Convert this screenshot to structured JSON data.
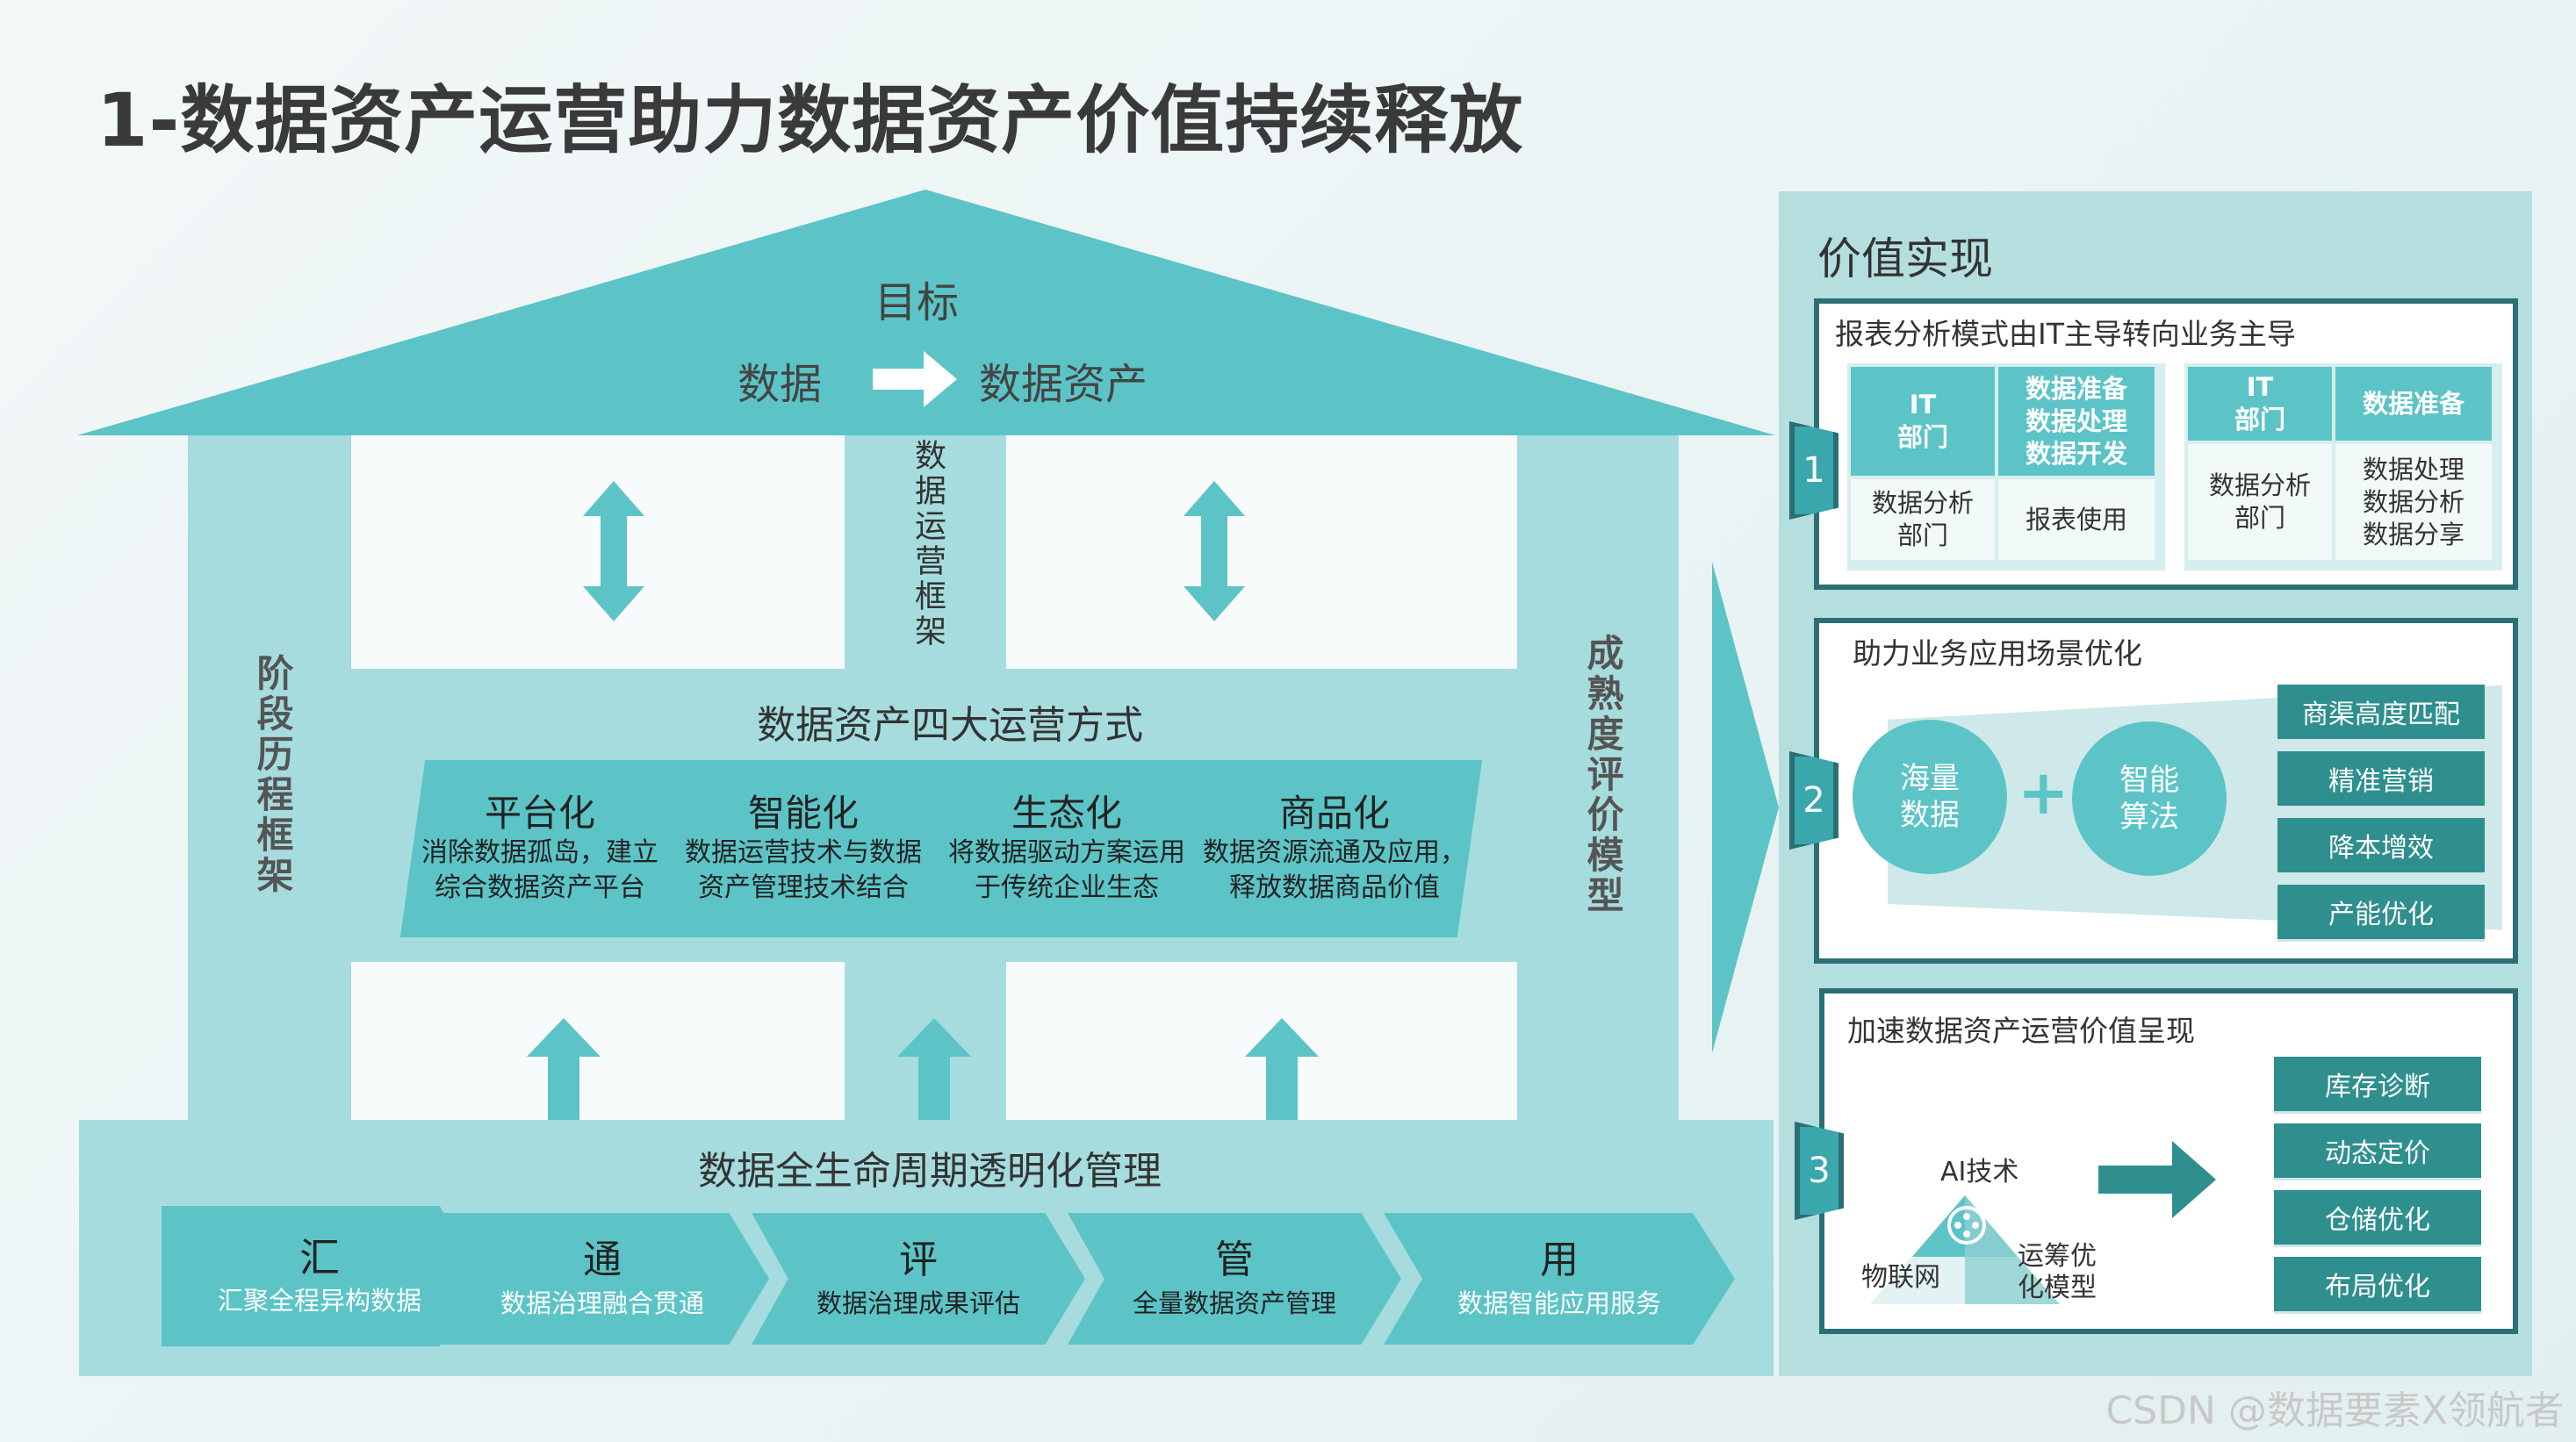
{
  "title": "1-数据资产运营助力数据资产价值持续释放",
  "house": {
    "goal_label": "目标",
    "from": "数据",
    "to": "数据资产",
    "left_pillar": "阶段历程框架",
    "center_pillar": "数据运营框架",
    "right_pillar": "成熟度评价模型",
    "middle_title": "数据资产四大运营方式",
    "modes": [
      {
        "name": "平台化",
        "desc1": "消除数据孤岛，建立",
        "desc2": "综合数据资产平台"
      },
      {
        "name": "智能化",
        "desc1": "数据运营技术与数据",
        "desc2": "资产管理技术结合"
      },
      {
        "name": "生态化",
        "desc1": "将数据驱动方案运用",
        "desc2": "于传统企业生态"
      },
      {
        "name": "商品化",
        "desc1": "数据资源流通及应用，",
        "desc2": "释放数据商品价值"
      }
    ],
    "base_title": "数据全生命周期透明化管理",
    "steps": [
      {
        "name": "汇",
        "desc": "汇聚全程异构数据"
      },
      {
        "name": "通",
        "desc": "数据治理融合贯通"
      },
      {
        "name": "评",
        "desc": "数据治理成果评估"
      },
      {
        "name": "管",
        "desc": "全量数据资产管理"
      },
      {
        "name": "用",
        "desc": "数据智能应用服务"
      }
    ]
  },
  "value": {
    "title": "价值实现",
    "panel1": {
      "num": "1",
      "title": "报表分析模式由IT主导转向业务主导",
      "left_table": {
        "a": "IT\n部门",
        "b": "数据准备\n数据处理\n数据开发",
        "c": "数据分析\n部门",
        "d": "报表使用"
      },
      "right_table": {
        "a": "IT\n部门",
        "b": "数据准备",
        "c": "数据分析\n部门",
        "d": "数据处理\n数据分析\n数据分享"
      }
    },
    "panel2": {
      "num": "2",
      "title": "助力业务应用场景优化",
      "circle1": "海量\n数据",
      "plus": "+",
      "circle2": "智能\n算法",
      "items": [
        "商渠高度匹配",
        "精准营销",
        "降本增效",
        "产能优化"
      ]
    },
    "panel3": {
      "num": "3",
      "title": "加速数据资产运营价值呈现",
      "top": "AI技术",
      "left": "物联网",
      "right": "运筹优\n化模型",
      "items": [
        "库存诊断",
        "动态定价",
        "仓储优化",
        "布局优化"
      ]
    }
  },
  "watermark": "CSDN @数据要素X领航者",
  "colors": {
    "teal": "#5cc4c7",
    "light": "#a6dcde",
    "dark": "#2f8f8f",
    "border": "#2b6f74"
  }
}
